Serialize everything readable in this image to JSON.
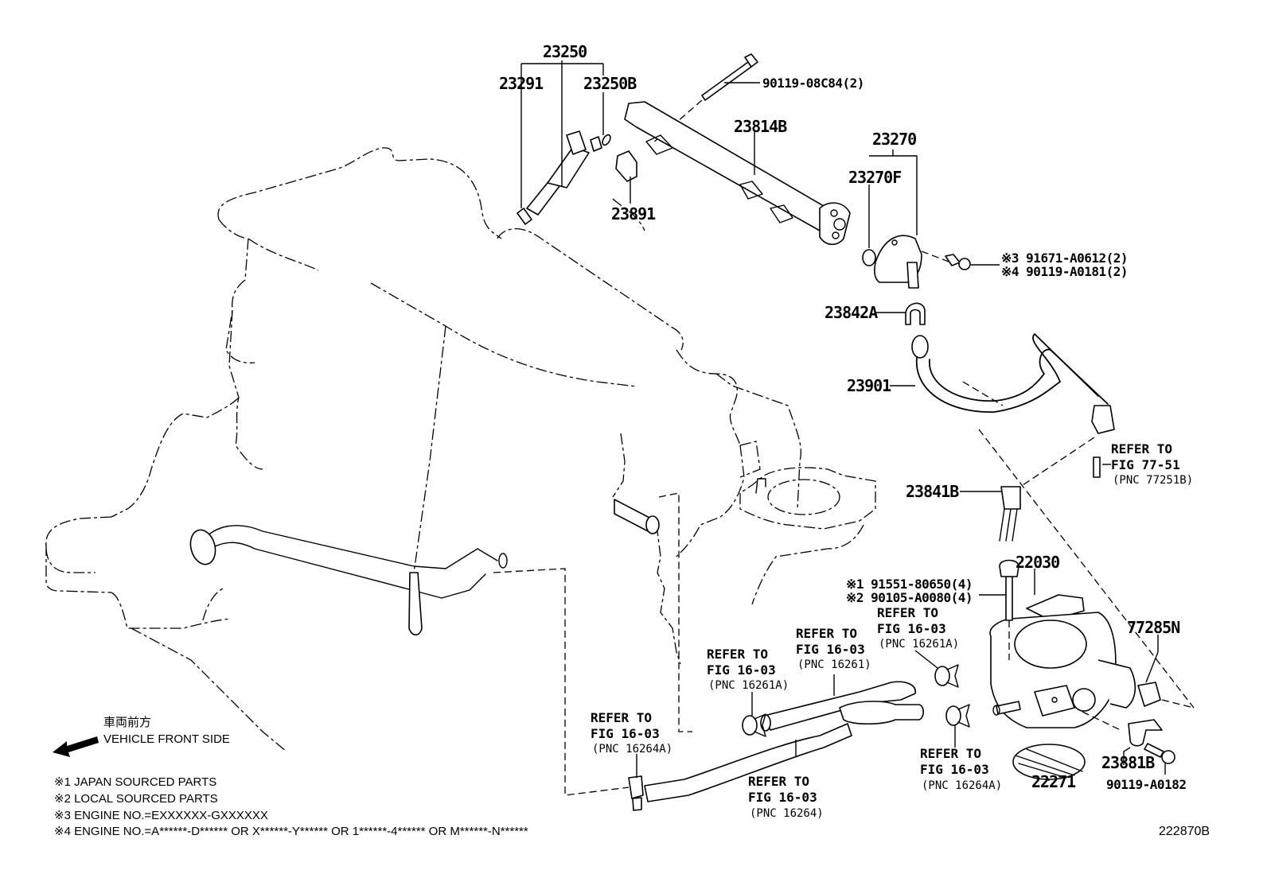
{
  "diagram": {
    "figure_code": "222870B",
    "direction": {
      "label_jp": "車両前方",
      "label_en": "VEHICLE FRONT SIDE"
    },
    "parts": {
      "p23250": "23250",
      "p23291": "23291",
      "p23250B": "23250B",
      "p90119_08C84": "90119-08C84(2)",
      "p23814B": "23814B",
      "p23891": "23891",
      "p23270": "23270",
      "p23270F": "23270F",
      "p91671_A0612": "※3 91671-A0612(2)",
      "p90119_A0181": "※4 90119-A0181(2)",
      "p23842A": "23842A",
      "p23901": "23901",
      "p23841B": "23841B",
      "p22030": "22030",
      "p91551_80650": "※1 91551-80650(4)",
      "p90105_A0080": "※2 90105-A0080(4)",
      "p77285N": "77285N",
      "p23881B": "23881B",
      "p90119_A0182": "90119-A0182",
      "p22271": "22271"
    },
    "references": [
      {
        "line1": "REFER TO",
        "line2": "FIG 77-51",
        "line3": "(PNC 77251B)"
      },
      {
        "line1": "REFER TO",
        "line2": "FIG 16-03",
        "line3": "(PNC 16261A)"
      },
      {
        "line1": "REFER TO",
        "line2": "FIG 16-03",
        "line3": "(PNC 16261)"
      },
      {
        "line1": "REFER TO",
        "line2": "FIG 16-03",
        "line3": "(PNC 16261A)"
      },
      {
        "line1": "REFER TO",
        "line2": "FIG 16-03",
        "line3": "(PNC 16264A)"
      },
      {
        "line1": "REFER TO",
        "line2": "FIG 16-03",
        "line3": "(PNC 16264)"
      },
      {
        "line1": "REFER TO",
        "line2": "FIG 16-03",
        "line3": "(PNC 16264A)"
      }
    ],
    "notes": [
      "※1 JAPAN SOURCED PARTS",
      "※2 LOCAL SOURCED PARTS",
      "※3 ENGINE NO.=EXXXXXX-GXXXXXX",
      "※4 ENGINE NO.=A******-D****** OR X******-Y****** OR 1******-4****** OR M******-N******"
    ]
  }
}
